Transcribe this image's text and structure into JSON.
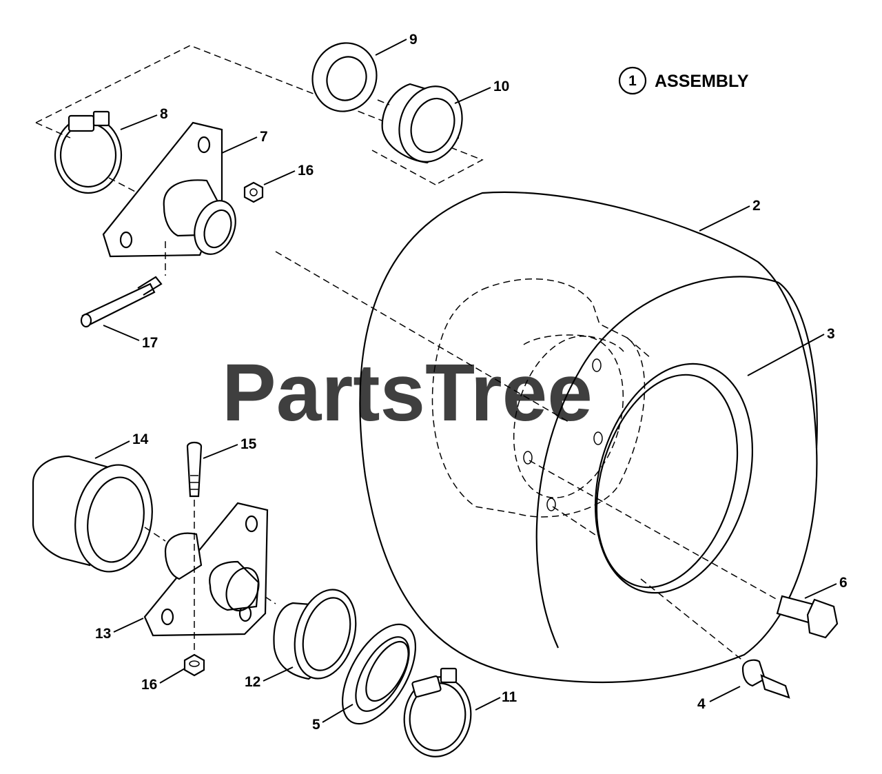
{
  "title": {
    "circle_number": "1",
    "text": "ASSEMBLY"
  },
  "watermark": "PartsTree",
  "callouts": [
    "9",
    "10",
    "8",
    "7",
    "16",
    "2",
    "17",
    "3",
    "14",
    "15",
    "6",
    "13",
    "16",
    "12",
    "11",
    "4",
    "5"
  ]
}
